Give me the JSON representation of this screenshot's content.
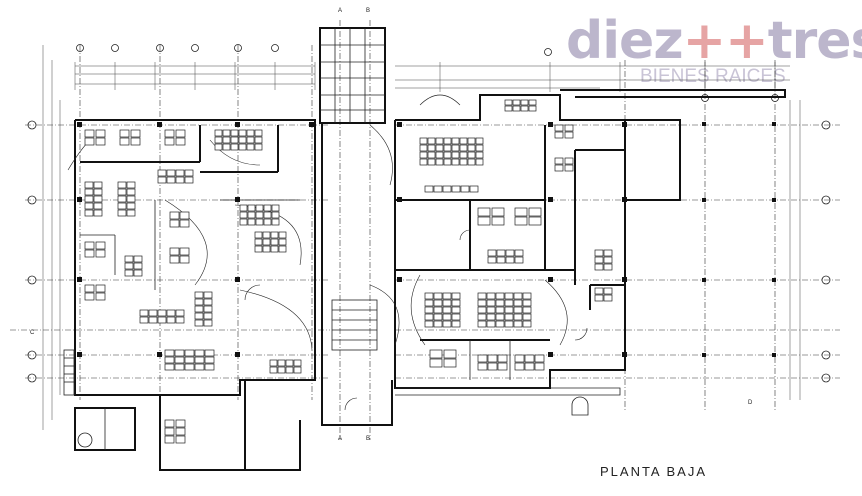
{
  "logo": {
    "brand_start": "diez",
    "brand_plus": "+",
    "brand_end": "tres",
    "subtitle": "BIENES RAICES",
    "brand_color": "#bcb6cc",
    "plus_color": "#e6a4a4"
  },
  "plan": {
    "title": "PLANTA BAJA",
    "section_marks": [
      "A",
      "B",
      "C",
      "D"
    ]
  }
}
